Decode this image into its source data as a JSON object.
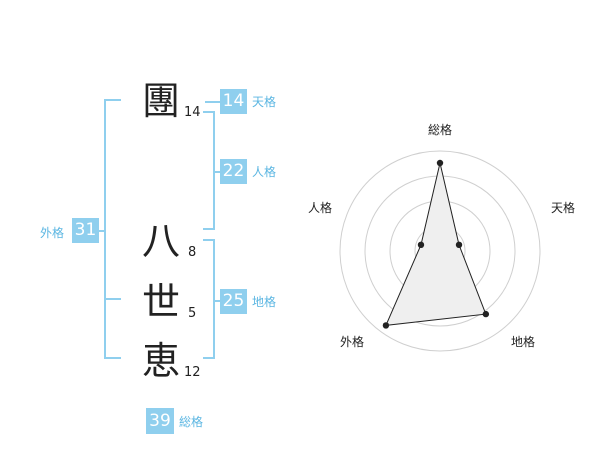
{
  "name_chars": [
    {
      "char": "團",
      "strokes": "14"
    },
    {
      "char": "八",
      "strokes": "8"
    },
    {
      "char": "世",
      "strokes": "5"
    },
    {
      "char": "恵",
      "strokes": "12"
    }
  ],
  "scores": {
    "tenkaku": {
      "label": "天格",
      "value": "14"
    },
    "jinkaku": {
      "label": "人格",
      "value": "22"
    },
    "chikaku": {
      "label": "地格",
      "value": "25"
    },
    "gaikaku": {
      "label": "外格",
      "value": "31"
    },
    "soukaku": {
      "label": "総格",
      "value": "39"
    }
  },
  "radar": {
    "labels": {
      "top": "総格",
      "right": "天格",
      "lower_right": "地格",
      "lower_left": "外格",
      "left": "人格"
    },
    "rings": 4,
    "levels": {
      "総格": 0.88,
      "天格": 0.2,
      "地格": 0.78,
      "外格": 0.92,
      "人格": 0.2
    }
  },
  "colors": {
    "accent": "#8fcfee",
    "accent_text": "#5bb6e2",
    "radar_fill": "#efefef"
  }
}
